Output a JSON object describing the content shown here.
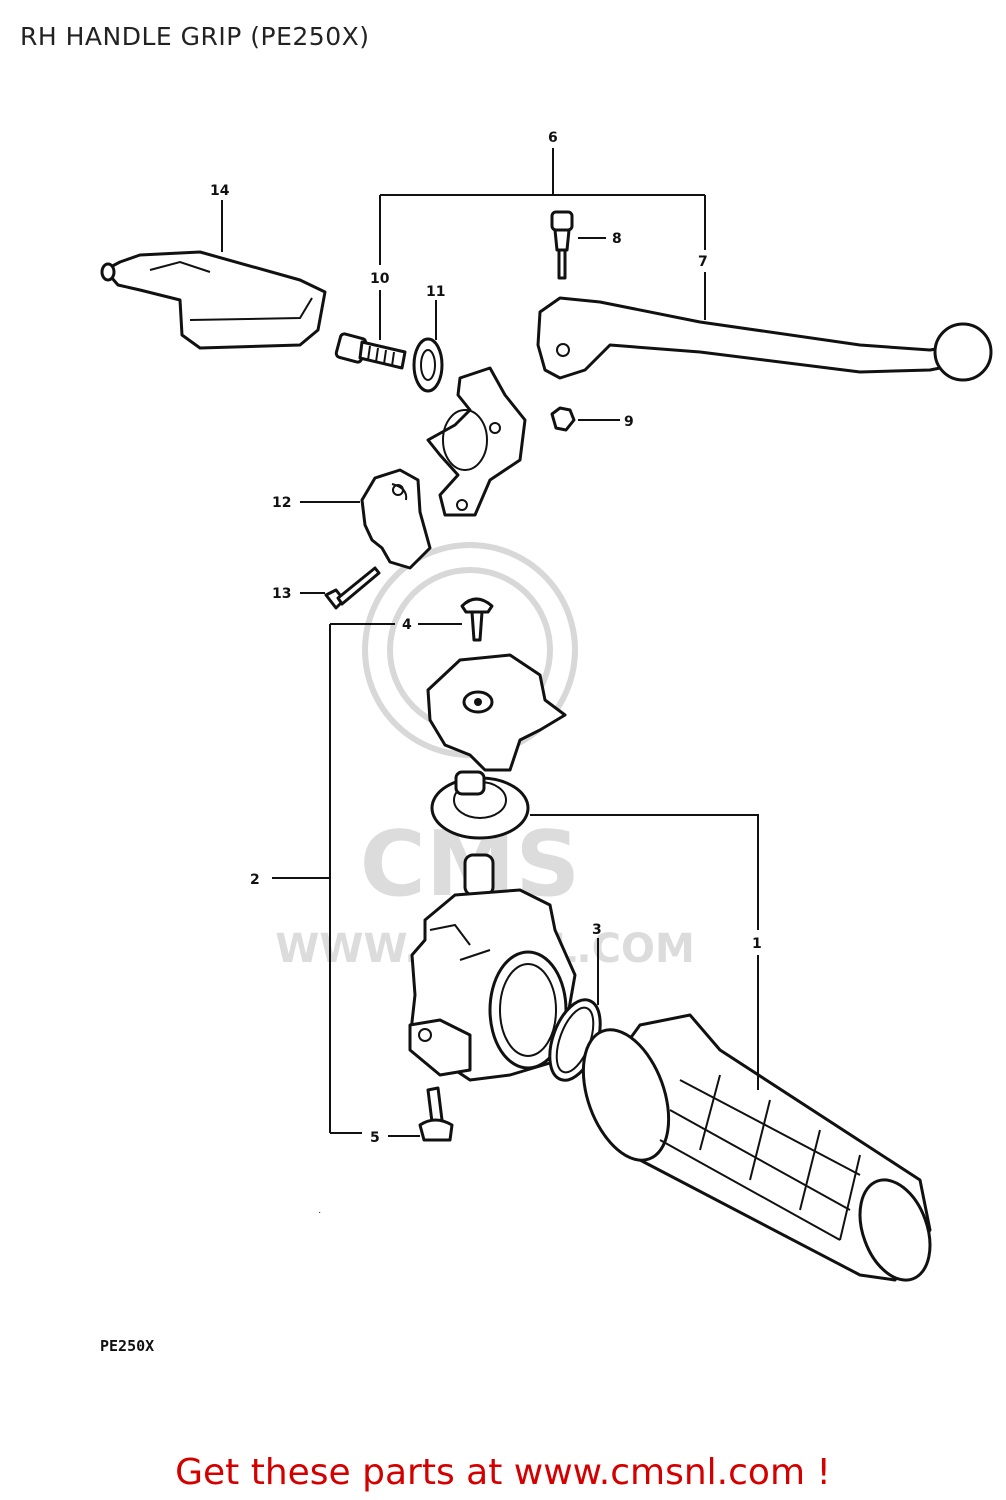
{
  "title": "RH HANDLE GRIP (PE250X)",
  "model_label": "PE250X",
  "footer": "Get these parts at www.cmsnl.com !",
  "watermark": {
    "brand": "CMS",
    "url": "WWW.CMSNL.COM"
  },
  "callouts": {
    "c1": "1",
    "c2": "2",
    "c3": "3",
    "c4": "4",
    "c5": "5",
    "c6": "6",
    "c7": "7",
    "c8": "8",
    "c9": "9",
    "c10": "10",
    "c11": "11",
    "c12": "12",
    "c13": "13",
    "c14": "14"
  },
  "colors": {
    "footer": "#d40000",
    "line": "#111111",
    "watermark": "#d8d8d8"
  }
}
